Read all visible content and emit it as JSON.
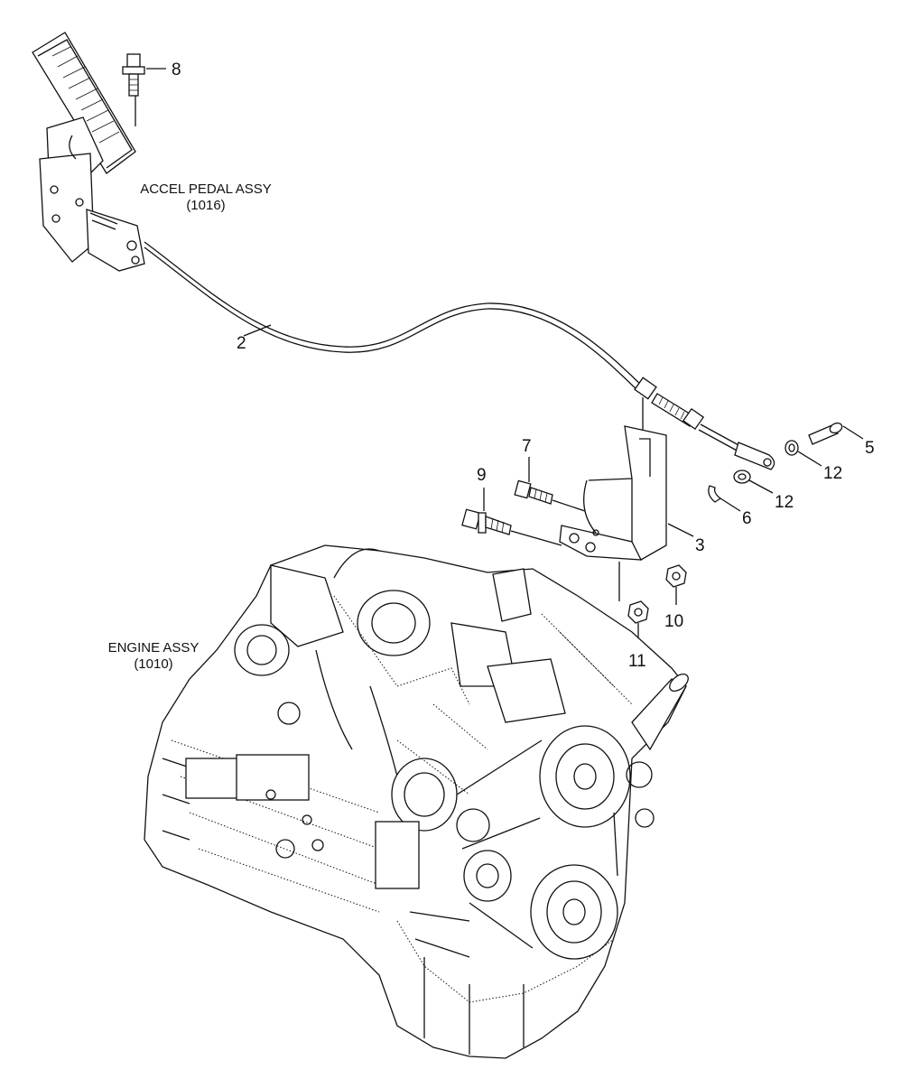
{
  "assemblies": {
    "pedal": {
      "name": "ACCEL PEDAL ASSY",
      "code": "(1016)"
    },
    "engine": {
      "name": "ENGINE ASSY",
      "code": "(1010)"
    }
  },
  "callouts": {
    "c2": "2",
    "c3": "3",
    "c5": "5",
    "c6": "6",
    "c7": "7",
    "c8": "8",
    "c9": "9",
    "c10": "10",
    "c11": "11",
    "c12a": "12",
    "c12b": "12"
  }
}
